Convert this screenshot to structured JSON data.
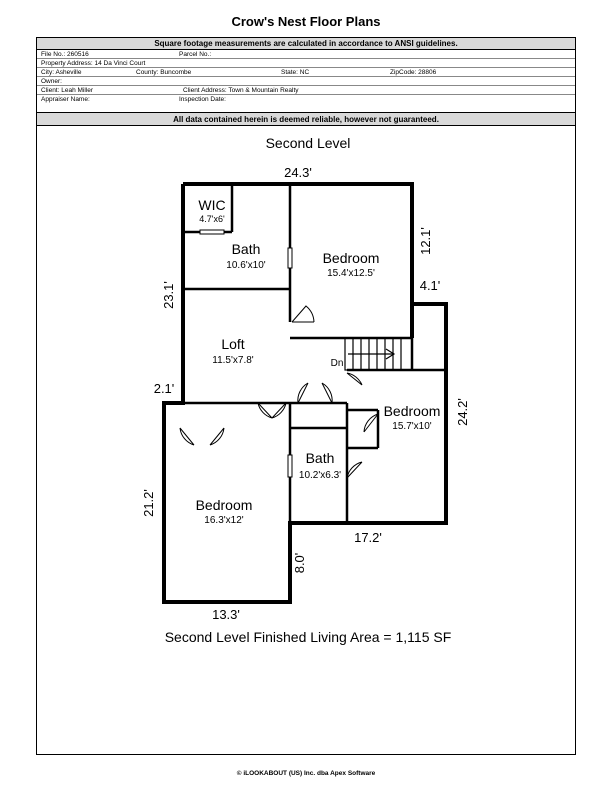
{
  "document": {
    "title": "Crow's Nest Floor Plans",
    "ansi_note": "Square footage measurements are calculated in accordance to ANSI guidelines.",
    "disclaimer": "All data contained herein is deemed reliable, however not guaranteed.",
    "footer": "© iLOOKABOUT (US) Inc. dba Apex Software"
  },
  "fields": {
    "file_no": "File No.: 260516",
    "parcel_no": "Parcel No.:",
    "property_address": "Property Address: 14 Da Vinci Court",
    "city": "City: Asheville",
    "county": "County: Buncombe",
    "state": "State: NC",
    "zipcode": "ZipCode: 28806",
    "owner": "Owner:",
    "client": "Client: Leah Miller",
    "client_address": "Client Address: Town & Mountain Realty",
    "appraiser": "Appraiser Name:",
    "inspection_date": "Inspection Date:"
  },
  "plan": {
    "level_title": "Second Level",
    "area_text": "Second Level Finished Living Area = 1,115 SF",
    "dims": {
      "top": "24.3'",
      "right_upper": "12.1'",
      "step_right": "4.1'",
      "right_lower": "24.2'",
      "left_upper": "23.1'",
      "step_left": "2.1'",
      "left_lower": "21.2'",
      "bottom_left": "13.3'",
      "bottom_right": "17.2'",
      "bottom_step": "8.0'"
    },
    "rooms": {
      "wic_name": "WIC",
      "wic_size": "4.7'x6'",
      "bath1_name": "Bath",
      "bath1_size": "10.6'x10'",
      "bed1_name": "Bedroom",
      "bed1_size": "15.4'x12.5'",
      "loft_name": "Loft",
      "loft_size": "11.5'x7.8'",
      "stair_label": "Dn",
      "bed2_name": "Bedroom",
      "bed2_size": "15.7'x10'",
      "bath2_name": "Bath",
      "bath2_size": "10.2'x6.3'",
      "bed3_name": "Bedroom",
      "bed3_size": "16.3'x12'"
    }
  }
}
